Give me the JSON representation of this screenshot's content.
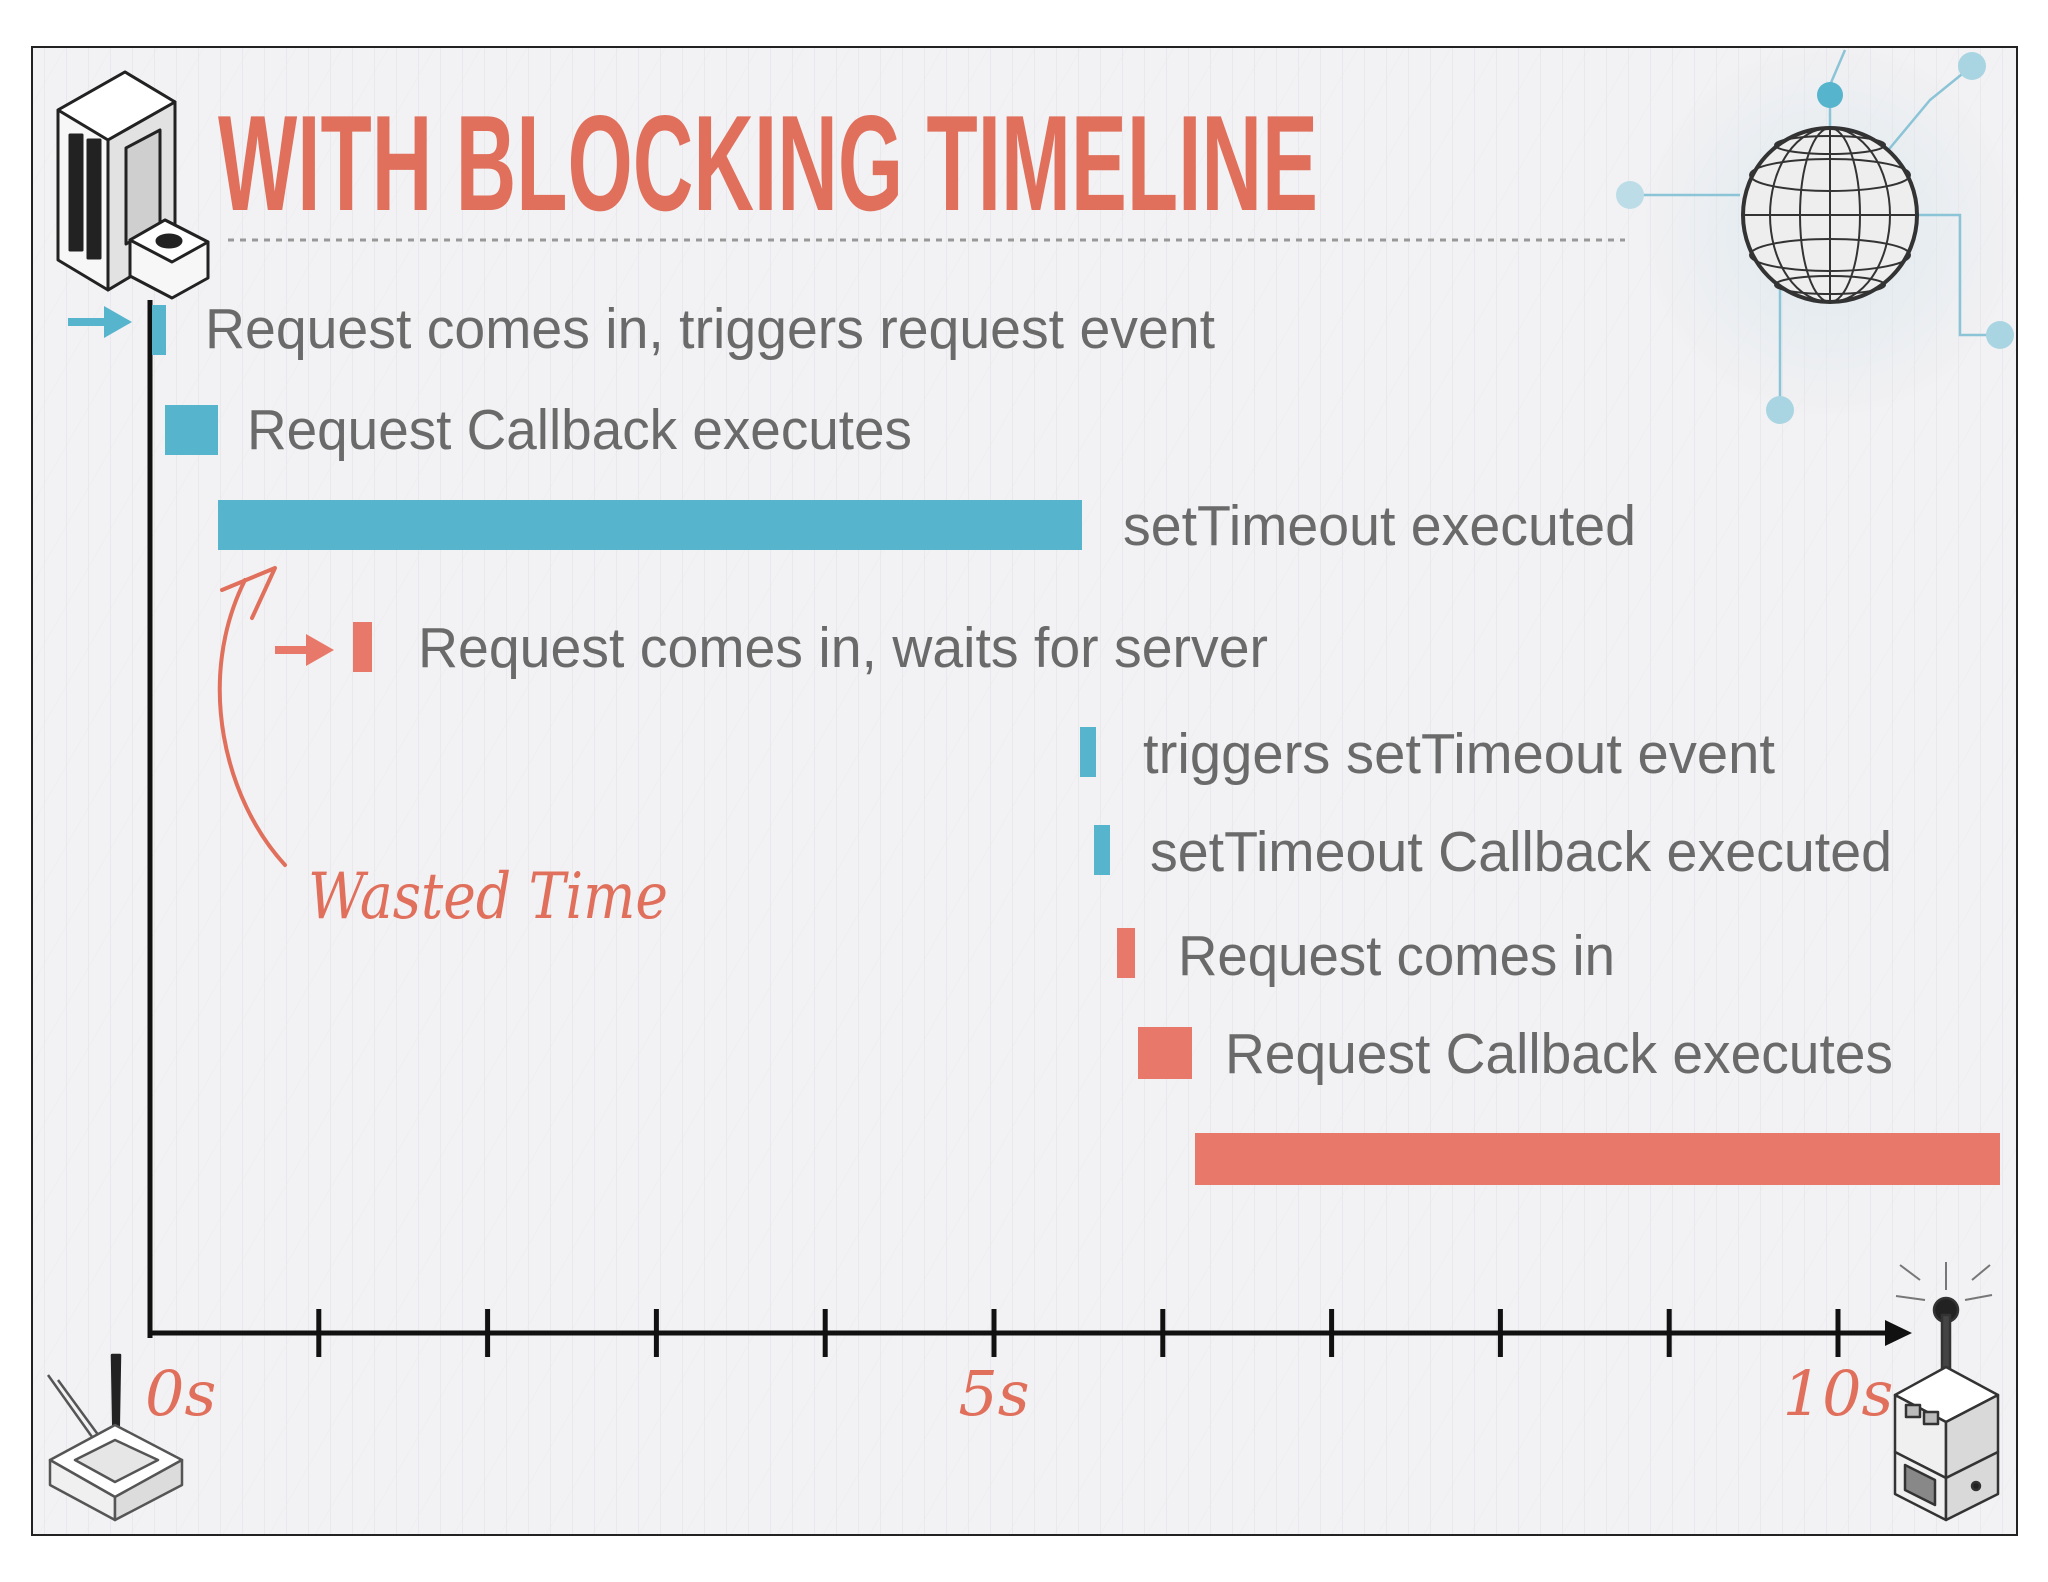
{
  "title": "WITH BLOCKING TIMELINE",
  "colors": {
    "blue": "#56b4cd",
    "red": "#e8796a",
    "text": "#6a6a6a",
    "axis": "#111111",
    "title": "#e06f5c",
    "background": "#f2f1f3"
  },
  "events": [
    {
      "label": "Request comes in, triggers request event",
      "color": "blue"
    },
    {
      "label": "Request Callback executes",
      "color": "blue"
    },
    {
      "label": "setTimeout executed",
      "color": "blue"
    },
    {
      "label": "Request comes in, waits for server",
      "color": "red"
    },
    {
      "label": "triggers setTimeout event",
      "color": "blue"
    },
    {
      "label": "setTimeout Callback executed",
      "color": "blue"
    },
    {
      "label": "Request comes in",
      "color": "red"
    },
    {
      "label": "Request Callback executes",
      "color": "red"
    }
  ],
  "annotation": "Wasted Time",
  "axis": {
    "tick_labels": [
      {
        "label": "0s",
        "value": 0
      },
      {
        "label": "5s",
        "value": 5
      },
      {
        "label": "10s",
        "value": 10
      }
    ],
    "tick_count": 11
  },
  "icons": [
    "server-tower-icon",
    "globe-network-icon",
    "antenna-box-icon",
    "lever-machine-icon"
  ]
}
